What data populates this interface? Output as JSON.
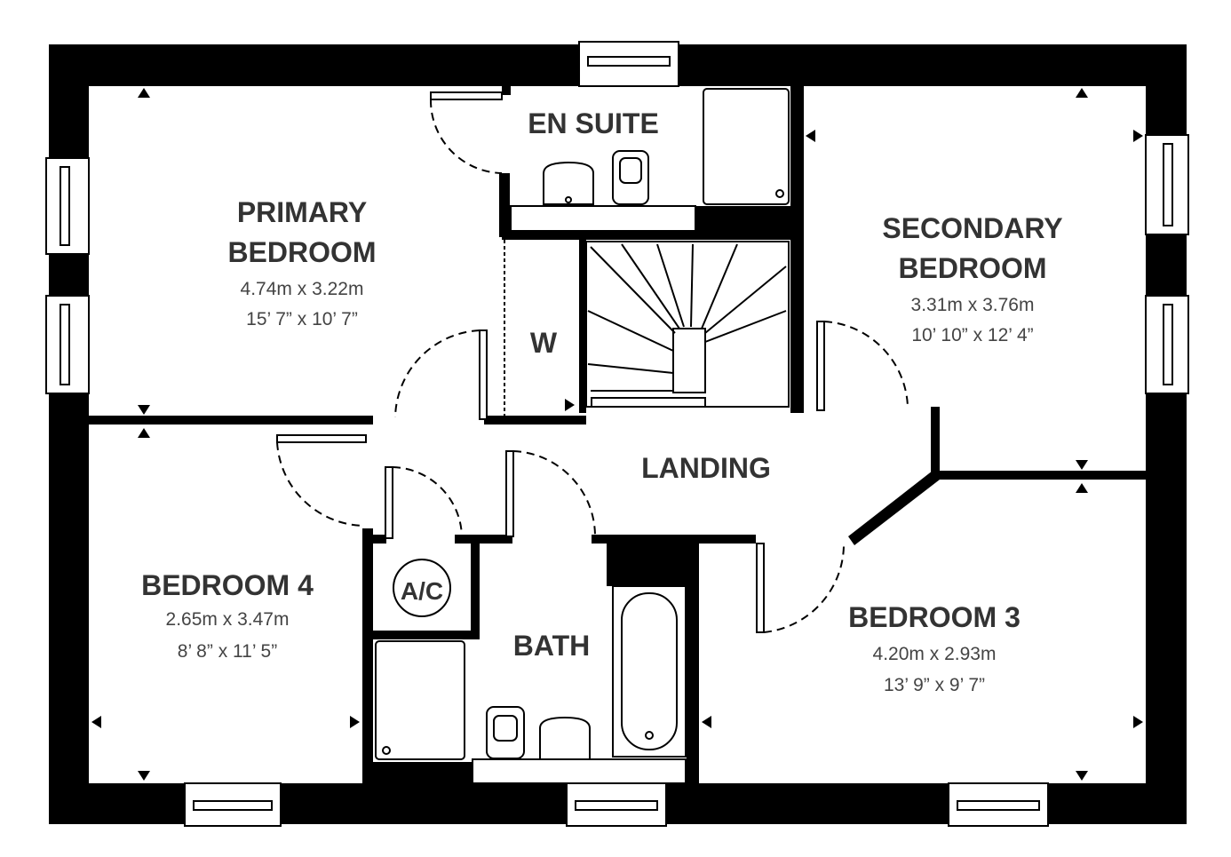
{
  "rooms": {
    "primary_bedroom": {
      "name_line1": "PRIMARY",
      "name_line2": "BEDROOM",
      "metric": "4.74m x 3.22m",
      "imperial": "15’ 7” x 10’ 7”"
    },
    "en_suite": {
      "name": "EN SUITE"
    },
    "secondary_bedroom": {
      "name_line1": "SECONDARY",
      "name_line2": "BEDROOM",
      "metric": "3.31m x 3.76m",
      "imperial": "10’ 10” x 12’ 4”"
    },
    "wardrobe": {
      "name": "W"
    },
    "landing": {
      "name": "LANDING"
    },
    "bedroom_4": {
      "name": "BEDROOM 4",
      "metric": "2.65m x 3.47m",
      "imperial": "8’ 8” x 11’ 5”"
    },
    "airing_cupboard": {
      "name": "A/C"
    },
    "bath": {
      "name": "BATH"
    },
    "bedroom_3": {
      "name": "BEDROOM 3",
      "metric": "4.20m x 2.93m",
      "imperial": "13’ 9” x 9’ 7”"
    }
  }
}
